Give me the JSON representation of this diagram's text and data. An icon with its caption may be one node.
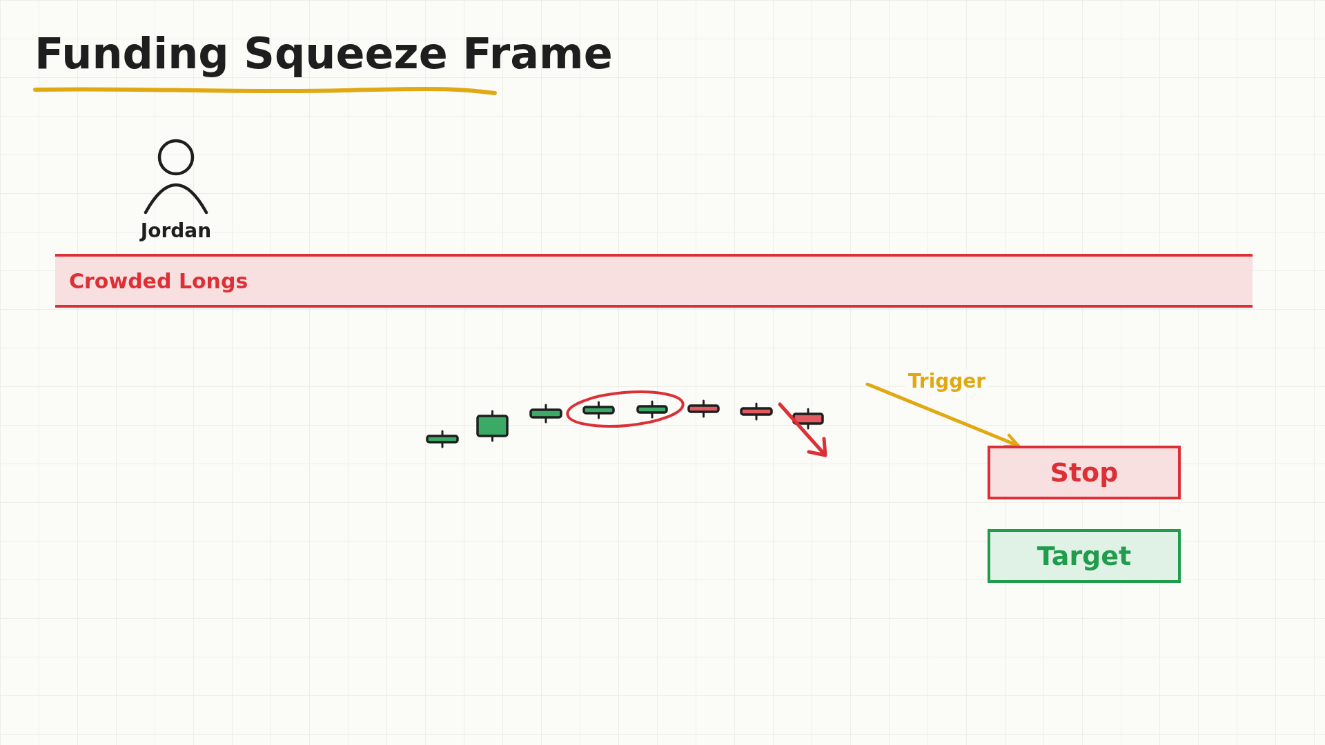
{
  "diagram": {
    "title": "Funding Squeeze Frame",
    "nodes": [
      {
        "text": [
          "Jordan"
        ]
      },
      {
        "text": [
          "Crowded Longs"
        ]
      },
      {
        "text": [
          "Stop"
        ]
      },
      {
        "text": [
          "Target"
        ]
      }
    ],
    "edges": [
      {
        "from": null,
        "to": 2,
        "arrow": "to",
        "label": "Trigger",
        "color": "#e0a812"
      }
    ]
  }
}
